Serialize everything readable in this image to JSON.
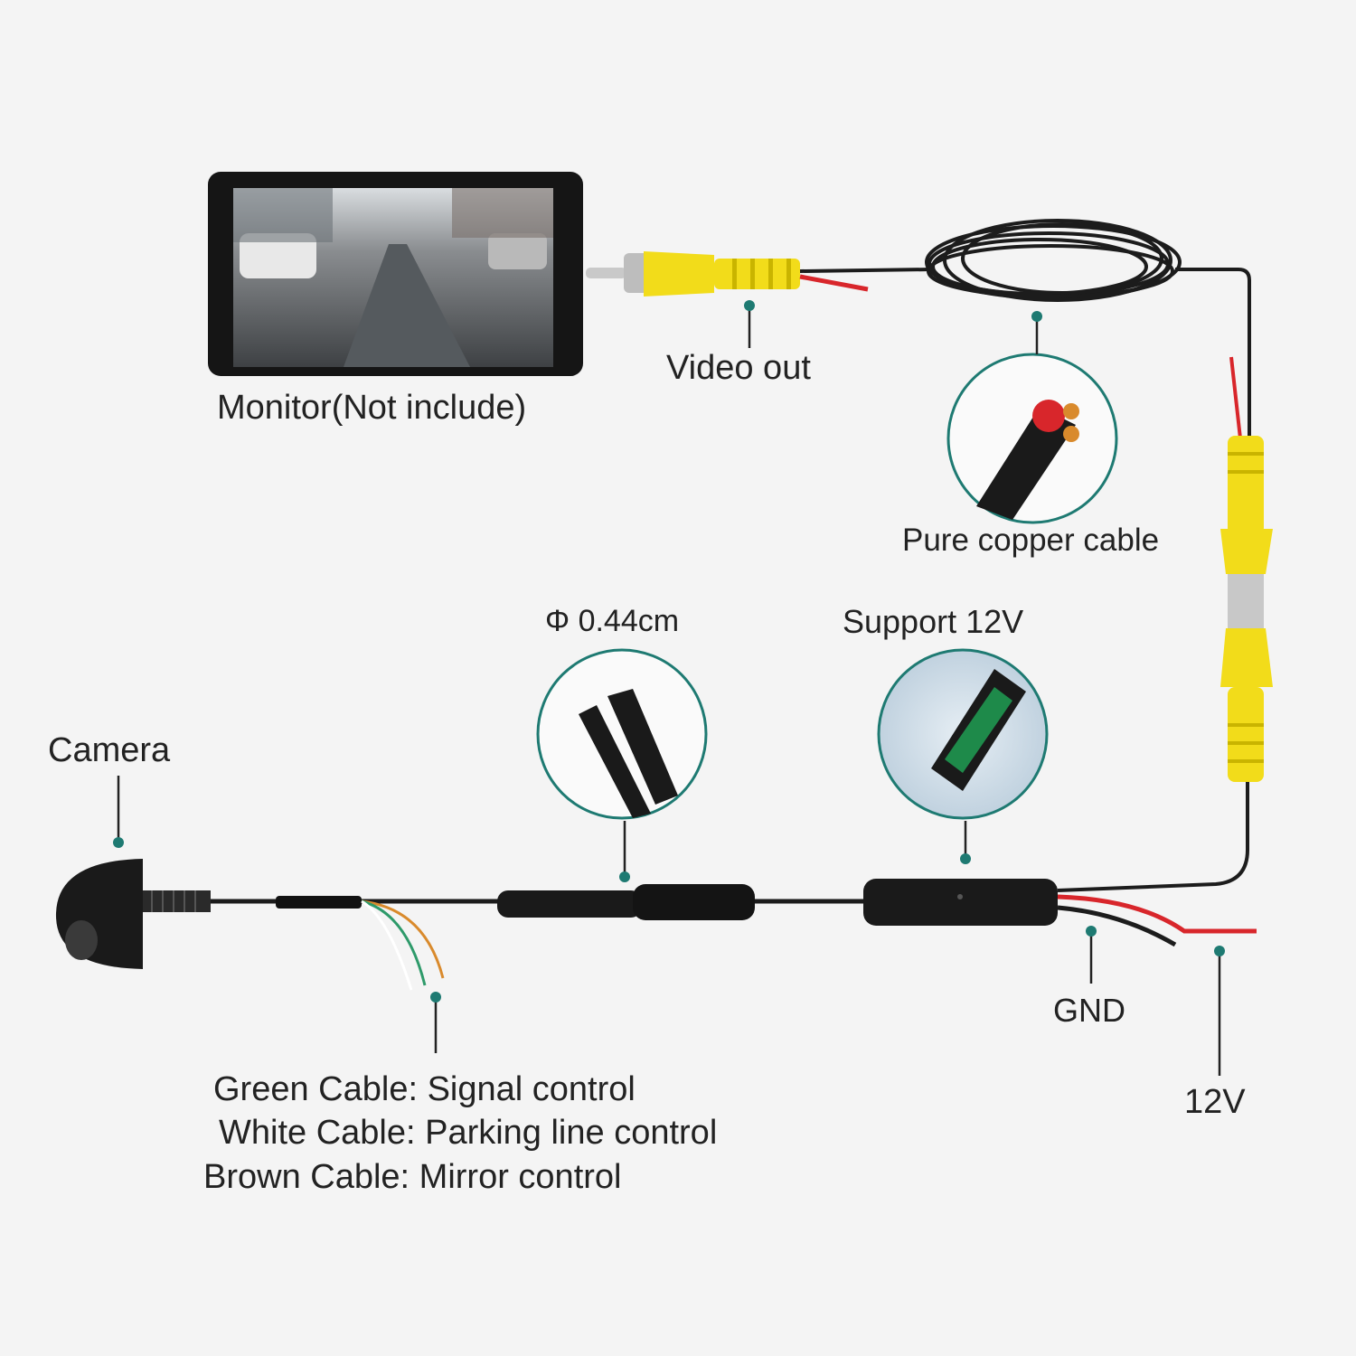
{
  "labels": {
    "monitor": "Monitor(Not include)",
    "video_out": "Video out",
    "pure_copper": "Pure copper cable",
    "diameter": "Φ 0.44cm",
    "support": "Support 12V",
    "camera": "Camera",
    "gnd": "GND",
    "v12": "12V"
  },
  "cable_legend": [
    "Green Cable: Signal control",
    "White Cable: Parking line control",
    "Brown Cable: Mirror control"
  ],
  "colors": {
    "accent": "#1e7a72",
    "rca_yellow": "#f2dc1a",
    "cable": "#1c1c1c",
    "red_wire": "#d8262b",
    "background": "#f4f4f4"
  }
}
